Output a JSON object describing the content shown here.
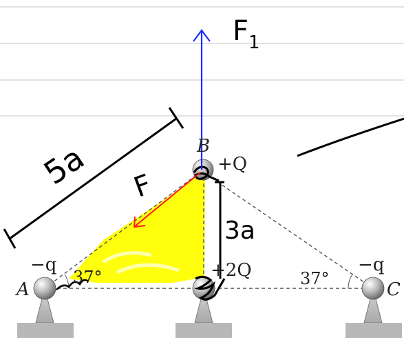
{
  "labels": {
    "F1": "F1",
    "F": "F",
    "distance_5a": "5a",
    "distance_3a": "3a",
    "B": "B",
    "A": "A",
    "C": "C",
    "charge_B": "+Q",
    "charge_mid": "+2Q",
    "charge_A": "−q",
    "charge_C": "−q",
    "angle_A": "37°",
    "angle_C": "37°"
  },
  "colors": {
    "force_F1": "#1a2bff",
    "force_F": "#ff1a1a",
    "highlight": "#ffff00",
    "ink": "#000000",
    "ruling": "#bdbdbd",
    "support": "#b5b5b5"
  }
}
